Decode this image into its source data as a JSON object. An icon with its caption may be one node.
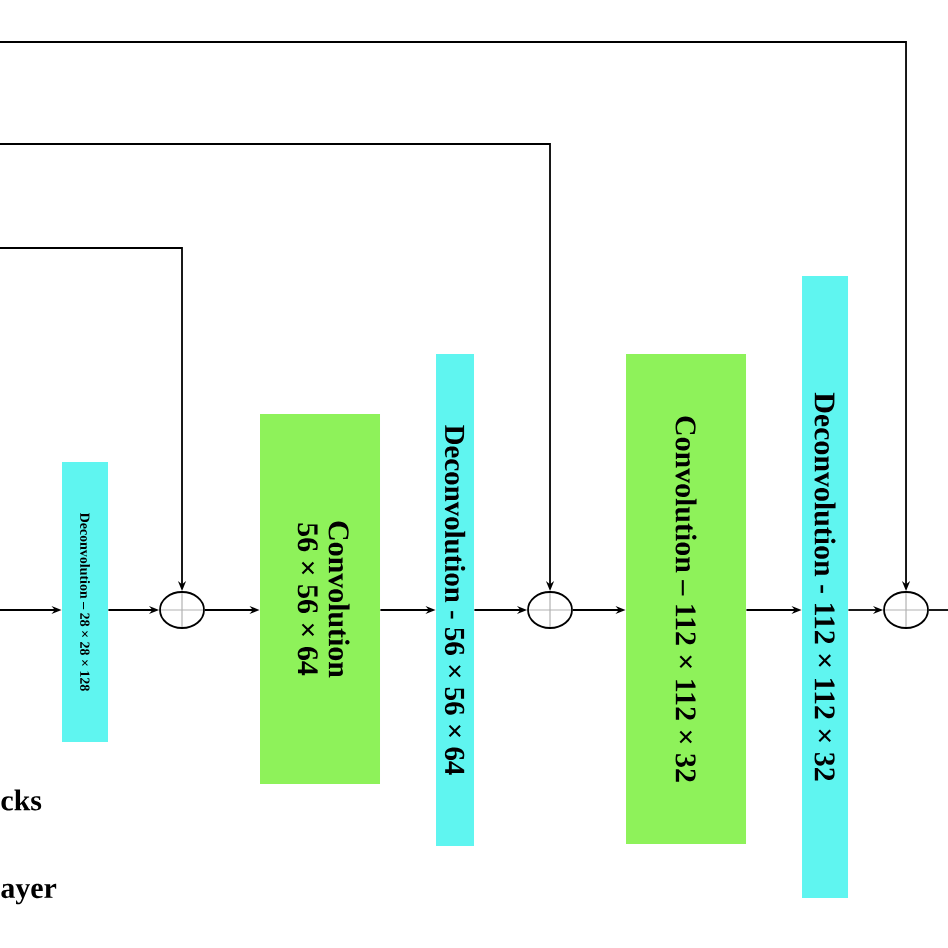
{
  "diagram": {
    "nodes": [
      {
        "text": [
          "Deconvolution – 28 × 28 × 128"
        ]
      },
      {
        "text": [],
        "shape": "circle"
      },
      {
        "text": [
          "Convolution",
          "56 × 56 × 64"
        ]
      },
      {
        "text": [
          "Deconvolution - 56 × 56 × 64"
        ]
      },
      {
        "text": [],
        "shape": "circle"
      },
      {
        "text": [
          "Convolution – 112 × 112 × 32"
        ]
      },
      {
        "text": [
          "Deconvolution - 112 × 112 × 32"
        ]
      },
      {
        "text": [],
        "shape": "circle"
      }
    ],
    "edges": [
      {
        "from": null,
        "to": 0,
        "arrow": "to"
      },
      {
        "from": 0,
        "to": 1,
        "arrow": "to"
      },
      {
        "from": 1,
        "to": 2,
        "arrow": "to"
      },
      {
        "from": 2,
        "to": 3,
        "arrow": "to"
      },
      {
        "from": 3,
        "to": 4,
        "arrow": "to"
      },
      {
        "from": 4,
        "to": 5,
        "arrow": "to"
      },
      {
        "from": 5,
        "to": 6,
        "arrow": "to"
      },
      {
        "from": 6,
        "to": 7,
        "arrow": "to"
      },
      {
        "from": 7,
        "to": null,
        "arrow": "none"
      },
      {
        "from": null,
        "to": 1,
        "arrow": "to"
      },
      {
        "from": null,
        "to": 4,
        "arrow": "to"
      },
      {
        "from": null,
        "to": 7,
        "arrow": "to"
      }
    ],
    "labels": [
      "cks",
      "ayer"
    ]
  }
}
